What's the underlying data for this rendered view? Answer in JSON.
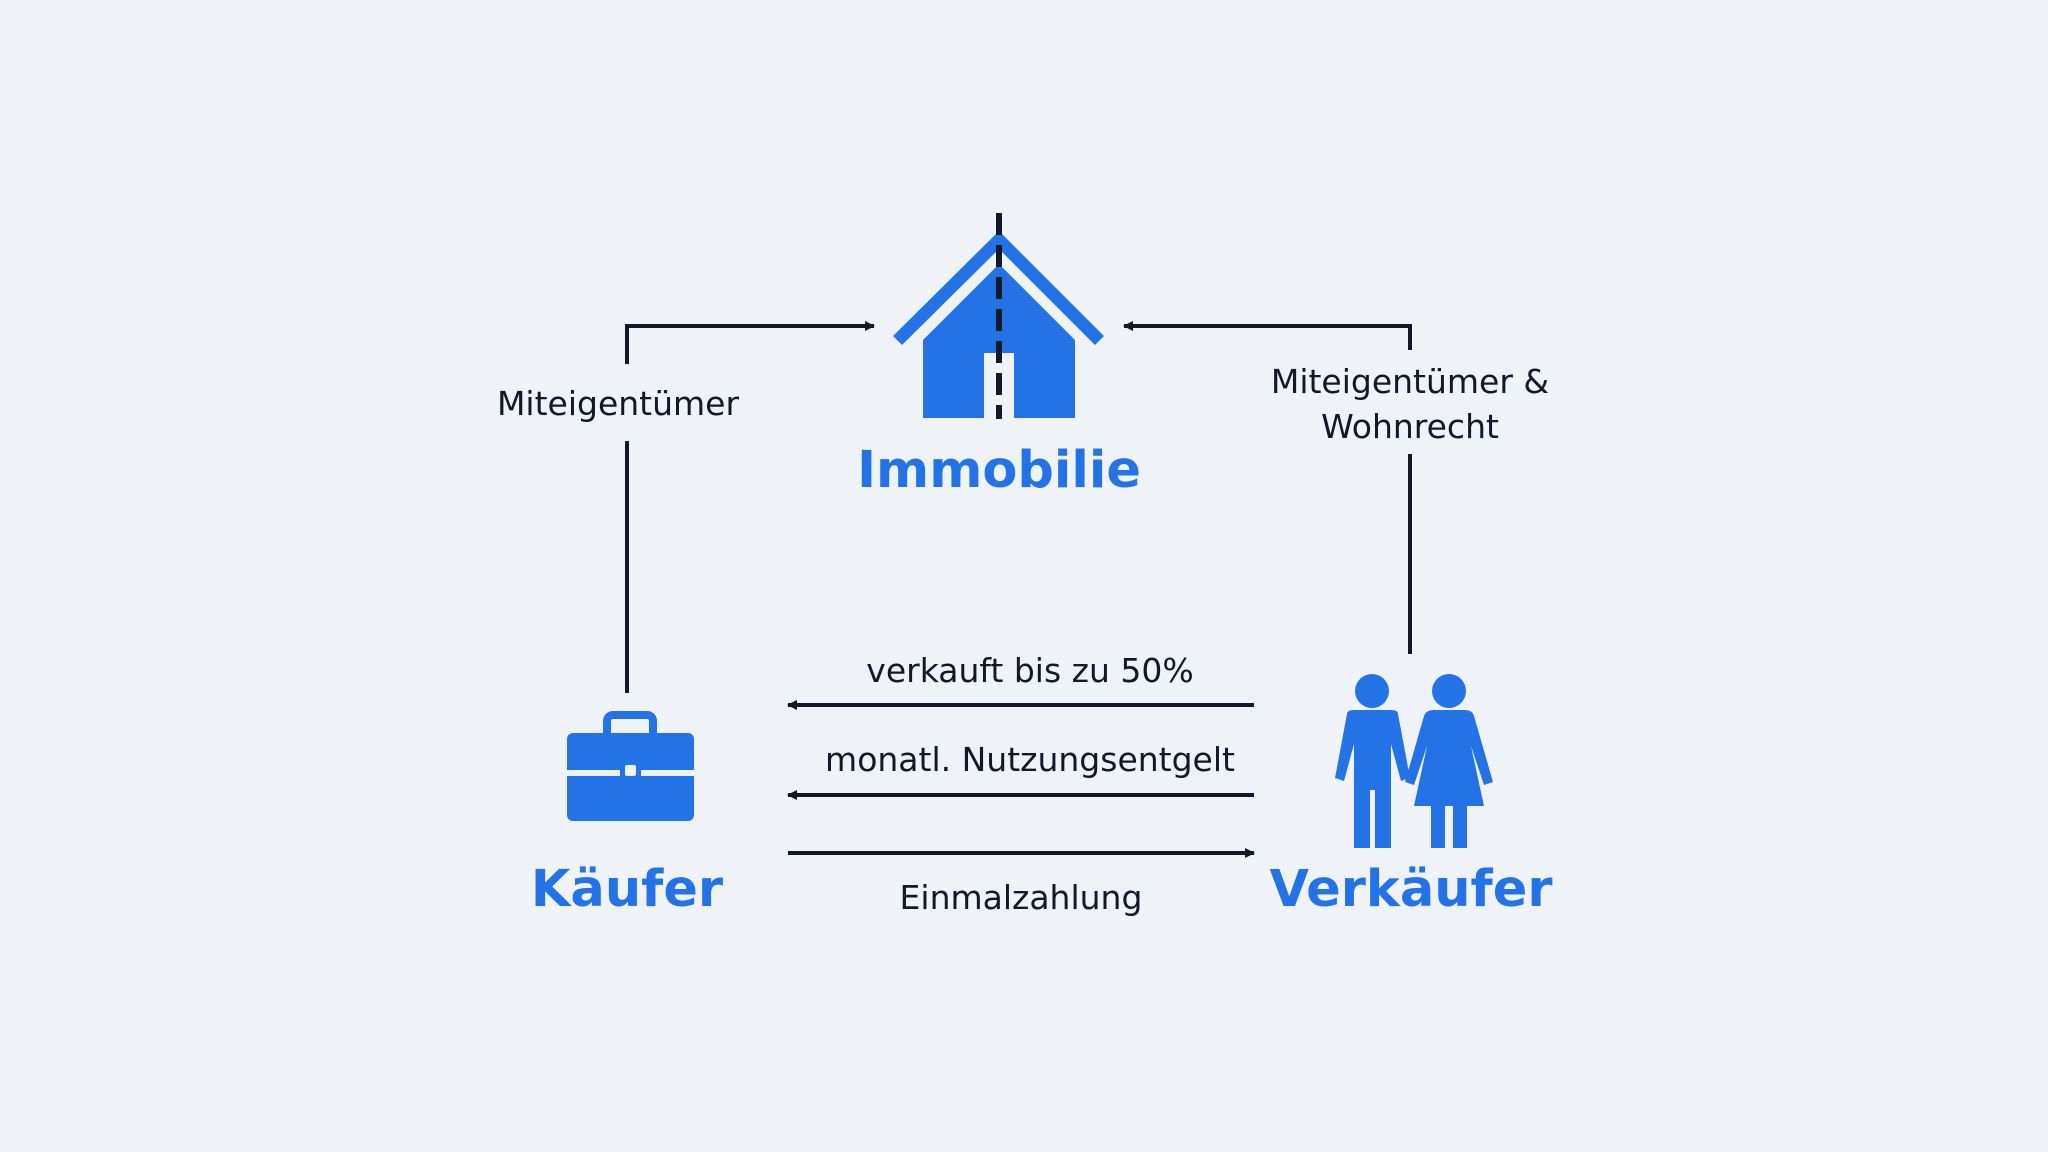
{
  "colors": {
    "background": "#eff3f8",
    "accent": "#2473e6",
    "line": "#111827",
    "label_text": "#111827"
  },
  "nodes": {
    "property": {
      "label": "Immobilie",
      "icon": "house-icon"
    },
    "buyer": {
      "label": "Käufer",
      "icon": "briefcase-icon"
    },
    "seller": {
      "label": "Verkäufer",
      "icon": "couple-icon"
    }
  },
  "edges": {
    "buyer_to_property": {
      "label": "Miteigentümer"
    },
    "seller_to_property": {
      "label_line_1": "Miteigentümer &",
      "label_line_2": "Wohnrecht"
    },
    "seller_to_buyer_sale": {
      "label": "verkauft bis zu 50%"
    },
    "seller_to_buyer_fee": {
      "label": "monatl. Nutzungsentgelt"
    },
    "buyer_to_seller_payment": {
      "label": "Einmalzahlung"
    }
  }
}
